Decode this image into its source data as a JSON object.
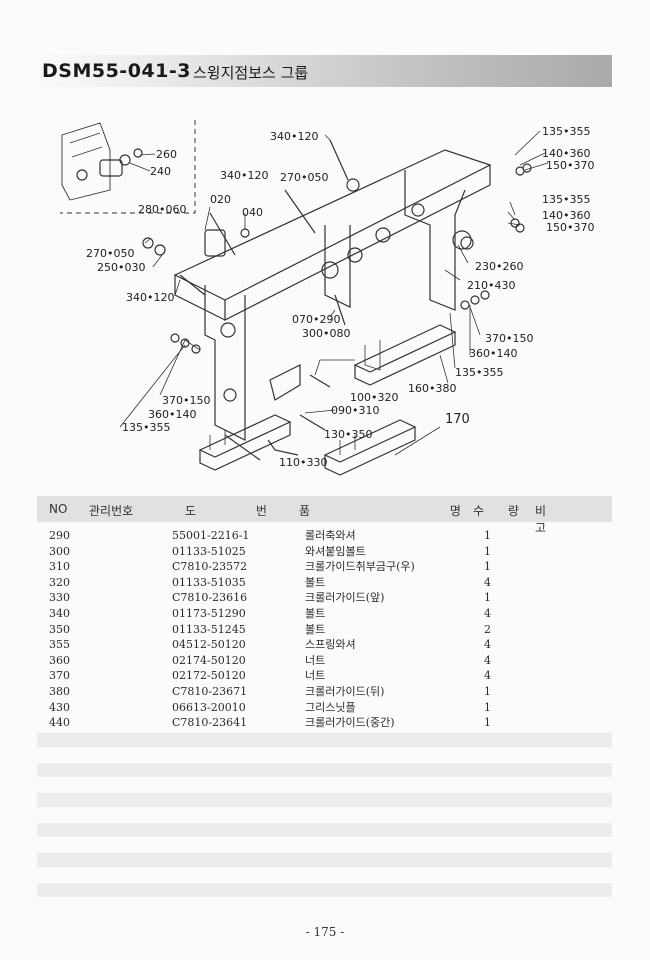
{
  "title": {
    "code": "DSM55-041-3",
    "name": "스윙지점보스 그룹"
  },
  "diagram": {
    "callouts": [
      "340•120",
      "135•355",
      "140•360",
      "150•370",
      "260",
      "240",
      "340•120",
      "270•050",
      "020",
      "040",
      "280•060",
      "135•355",
      "140•360",
      "150•370",
      "270•050",
      "250•030",
      "230•260",
      "210•430",
      "340•120",
      "070•290",
      "300•080",
      "370•150",
      "360•140",
      "135•355",
      "160•380",
      "370•150",
      "360•140",
      "135•355",
      "100•320",
      "090•310",
      "170",
      "130•350",
      "110•330"
    ]
  },
  "table": {
    "headers": [
      "NO",
      "관리번호",
      "도 번",
      "품 명",
      "수 량",
      "비 고"
    ],
    "rows": [
      {
        "no": "290",
        "drawing": "55001-2216-1",
        "name": "롤러축와셔",
        "qty": "1"
      },
      {
        "no": "300",
        "drawing": "01133-51025",
        "name": "와셔붙임볼트",
        "qty": "1"
      },
      {
        "no": "310",
        "drawing": "C7810-23572",
        "name": "크롤가이드취부금구(우)",
        "qty": "1"
      },
      {
        "no": "320",
        "drawing": "01133-51035",
        "name": "볼트",
        "qty": "4"
      },
      {
        "no": "330",
        "drawing": "C7810-23616",
        "name": "크롤러가이드(앞)",
        "qty": "1"
      },
      {
        "no": "340",
        "drawing": "01173-51290",
        "name": "볼트",
        "qty": "4"
      },
      {
        "no": "350",
        "drawing": "01133-51245",
        "name": "볼트",
        "qty": "2"
      },
      {
        "no": "355",
        "drawing": "04512-50120",
        "name": "스프링와셔",
        "qty": "4"
      },
      {
        "no": "360",
        "drawing": "02174-50120",
        "name": "너트",
        "qty": "4"
      },
      {
        "no": "370",
        "drawing": "02172-50120",
        "name": "너트",
        "qty": "4"
      },
      {
        "no": "380",
        "drawing": "C7810-23671",
        "name": "크롤러가이드(뒤)",
        "qty": "1"
      },
      {
        "no": "430",
        "drawing": "06613-20010",
        "name": "그리스닛플",
        "qty": "1"
      },
      {
        "no": "440",
        "drawing": "C7810-23641",
        "name": "크롤러가이드(중간)",
        "qty": "1"
      }
    ]
  },
  "page_number": "- 175 -"
}
